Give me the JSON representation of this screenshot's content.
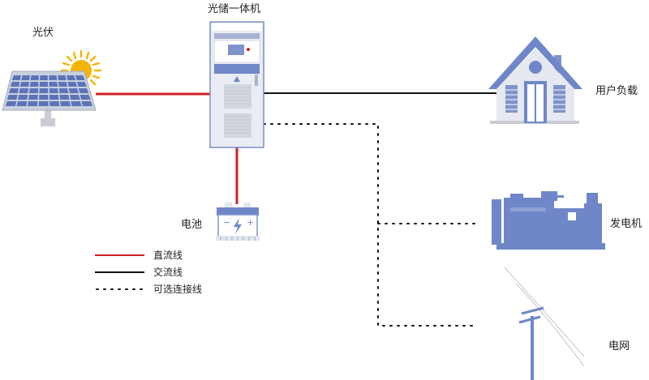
{
  "labels": {
    "pv": "光伏",
    "inverter": "光储一体机",
    "user_load": "用户负载",
    "battery": "电池",
    "generator": "发电机",
    "grid": "电网"
  },
  "legend": {
    "dc": "直流线",
    "ac": "交流线",
    "optional": "可选连接线"
  },
  "colors": {
    "dc_line": "#d0202a",
    "ac_line": "#111111",
    "optional_line": "#111111",
    "device_blue": "#6f87c8",
    "device_grey": "#dfe2e8",
    "sun_yellow": "#f6b400"
  }
}
